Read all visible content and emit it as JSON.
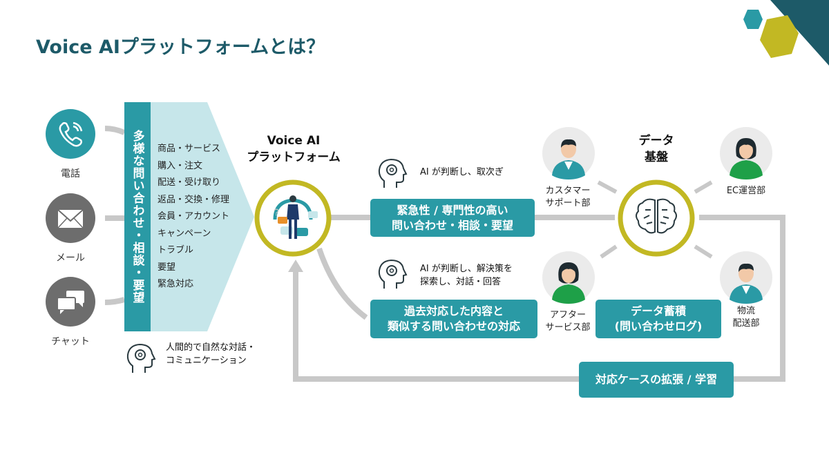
{
  "page": {
    "title": "Voice AIプラットフォームとは？"
  },
  "channels": [
    {
      "id": "phone",
      "label": "電話",
      "icon": "phone-icon",
      "color": "#2a9aa5"
    },
    {
      "id": "mail",
      "label": "メール",
      "icon": "envelope-icon",
      "color": "#6d6d6d"
    },
    {
      "id": "chat",
      "label": "チャット",
      "icon": "chat-bubbles-icon",
      "color": "#6d6d6d"
    }
  ],
  "inquiries": {
    "header": "多様な問い合わせ・相談・要望",
    "items": [
      "商品・サービス",
      "購入・注文",
      "配送・受け取り",
      "返品・交換・修理",
      "会員・アカウント",
      "キャンペーン",
      "トラブル",
      "要望",
      "緊急対応"
    ]
  },
  "human_dialog": {
    "line1": "人間的で自然な対話・",
    "line2": "コミュニケーション"
  },
  "platform": {
    "line1": "Voice AI",
    "line2": "プラットフォーム"
  },
  "routes": {
    "escalate": {
      "note": "AI が判断し、取次ぎ",
      "box_line1": "緊急性 / 専門性の高い",
      "box_line2": "問い合わせ・相談・要望"
    },
    "resolve": {
      "note_line1": "AI が判断し、解決策を",
      "note_line2": "探索し、対話・回答",
      "box_line1": "過去対応した内容と",
      "box_line2": "類似する問い合わせの対応"
    }
  },
  "data_platform": {
    "line1": "データ",
    "line2": "基盤"
  },
  "departments": {
    "customer_support": {
      "line1": "カスタマー",
      "line2": "サポート部"
    },
    "after_service": {
      "line1": "アフター",
      "line2": "サービス部"
    },
    "ec": {
      "line1": "EC運営部"
    },
    "logistics": {
      "line1": "物流",
      "line2": "配送部"
    }
  },
  "data_store": {
    "line1": "データ蓄積",
    "line2": "(問い合わせログ)"
  },
  "learning": {
    "label": "対応ケースの拡張 / 学習"
  },
  "colors": {
    "teal": "#2a9aa5",
    "dark_teal": "#1d5a68",
    "olive": "#c2b823",
    "light_teal": "#c6e6ea",
    "gray": "#c8c8c8"
  }
}
